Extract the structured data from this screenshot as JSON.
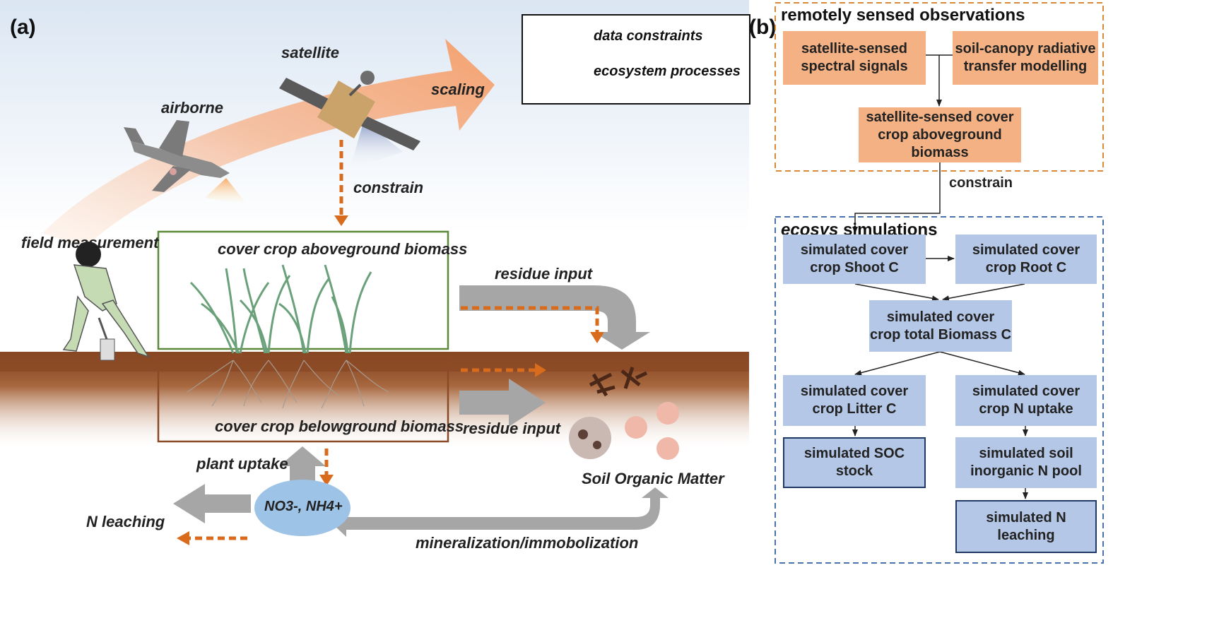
{
  "panel_a": {
    "tag": "(a)",
    "legend": {
      "constraints": "data constraints",
      "processes": "ecosystem processes"
    },
    "labels": {
      "satellite": "satellite",
      "airborne": "airborne",
      "scaling": "scaling",
      "constrain": "constrain",
      "field_measurement": "field measurement",
      "aboveground": "cover crop aboveground biomass",
      "belowground": "cover crop belowground biomass",
      "residue_input_top": "residue input",
      "residue_input_bottom": "residue input",
      "plant_uptake": "plant uptake",
      "n_leaching": "N leaching",
      "nitrogen_pool": "NO3-, NH4+",
      "soil_organic_matter": "Soil Organic Matter",
      "mineralization": "mineralization/immobolization"
    },
    "colors": {
      "orange": "#d86b1c",
      "gray": "#a6a6a6",
      "soil": "#8b4a25",
      "green_box": "#5a8a3a",
      "brown_box": "#8b4a25"
    }
  },
  "panel_b": {
    "tag": "(b)",
    "remote": {
      "title": "remotely sensed observations",
      "box1": "satellite-sensed\nspectral signals",
      "box2": "soil-canopy radiative\ntransfer modelling",
      "box3": "satellite-sensed cover\ncrop aboveground\nbiomass"
    },
    "constrain_label": "constrain",
    "ecosys": {
      "title_italic": "ecosys",
      "title_rest": " simulations",
      "shoot": "simulated cover\ncrop Shoot C",
      "root": "simulated cover\ncrop Root C",
      "total": "simulated cover\ncrop total Biomass C",
      "litter": "simulated cover\ncrop Litter C",
      "n_uptake": "simulated cover\ncrop N uptake",
      "soc": "simulated SOC stock",
      "soil_n": "simulated soil\ninorganic N pool",
      "leaching": "simulated N\nleaching"
    },
    "colors": {
      "orange_box": "#f4b183",
      "blue_box": "#b4c7e7",
      "orange_dash": "#d8893a",
      "blue_dash": "#4a72b0"
    }
  }
}
